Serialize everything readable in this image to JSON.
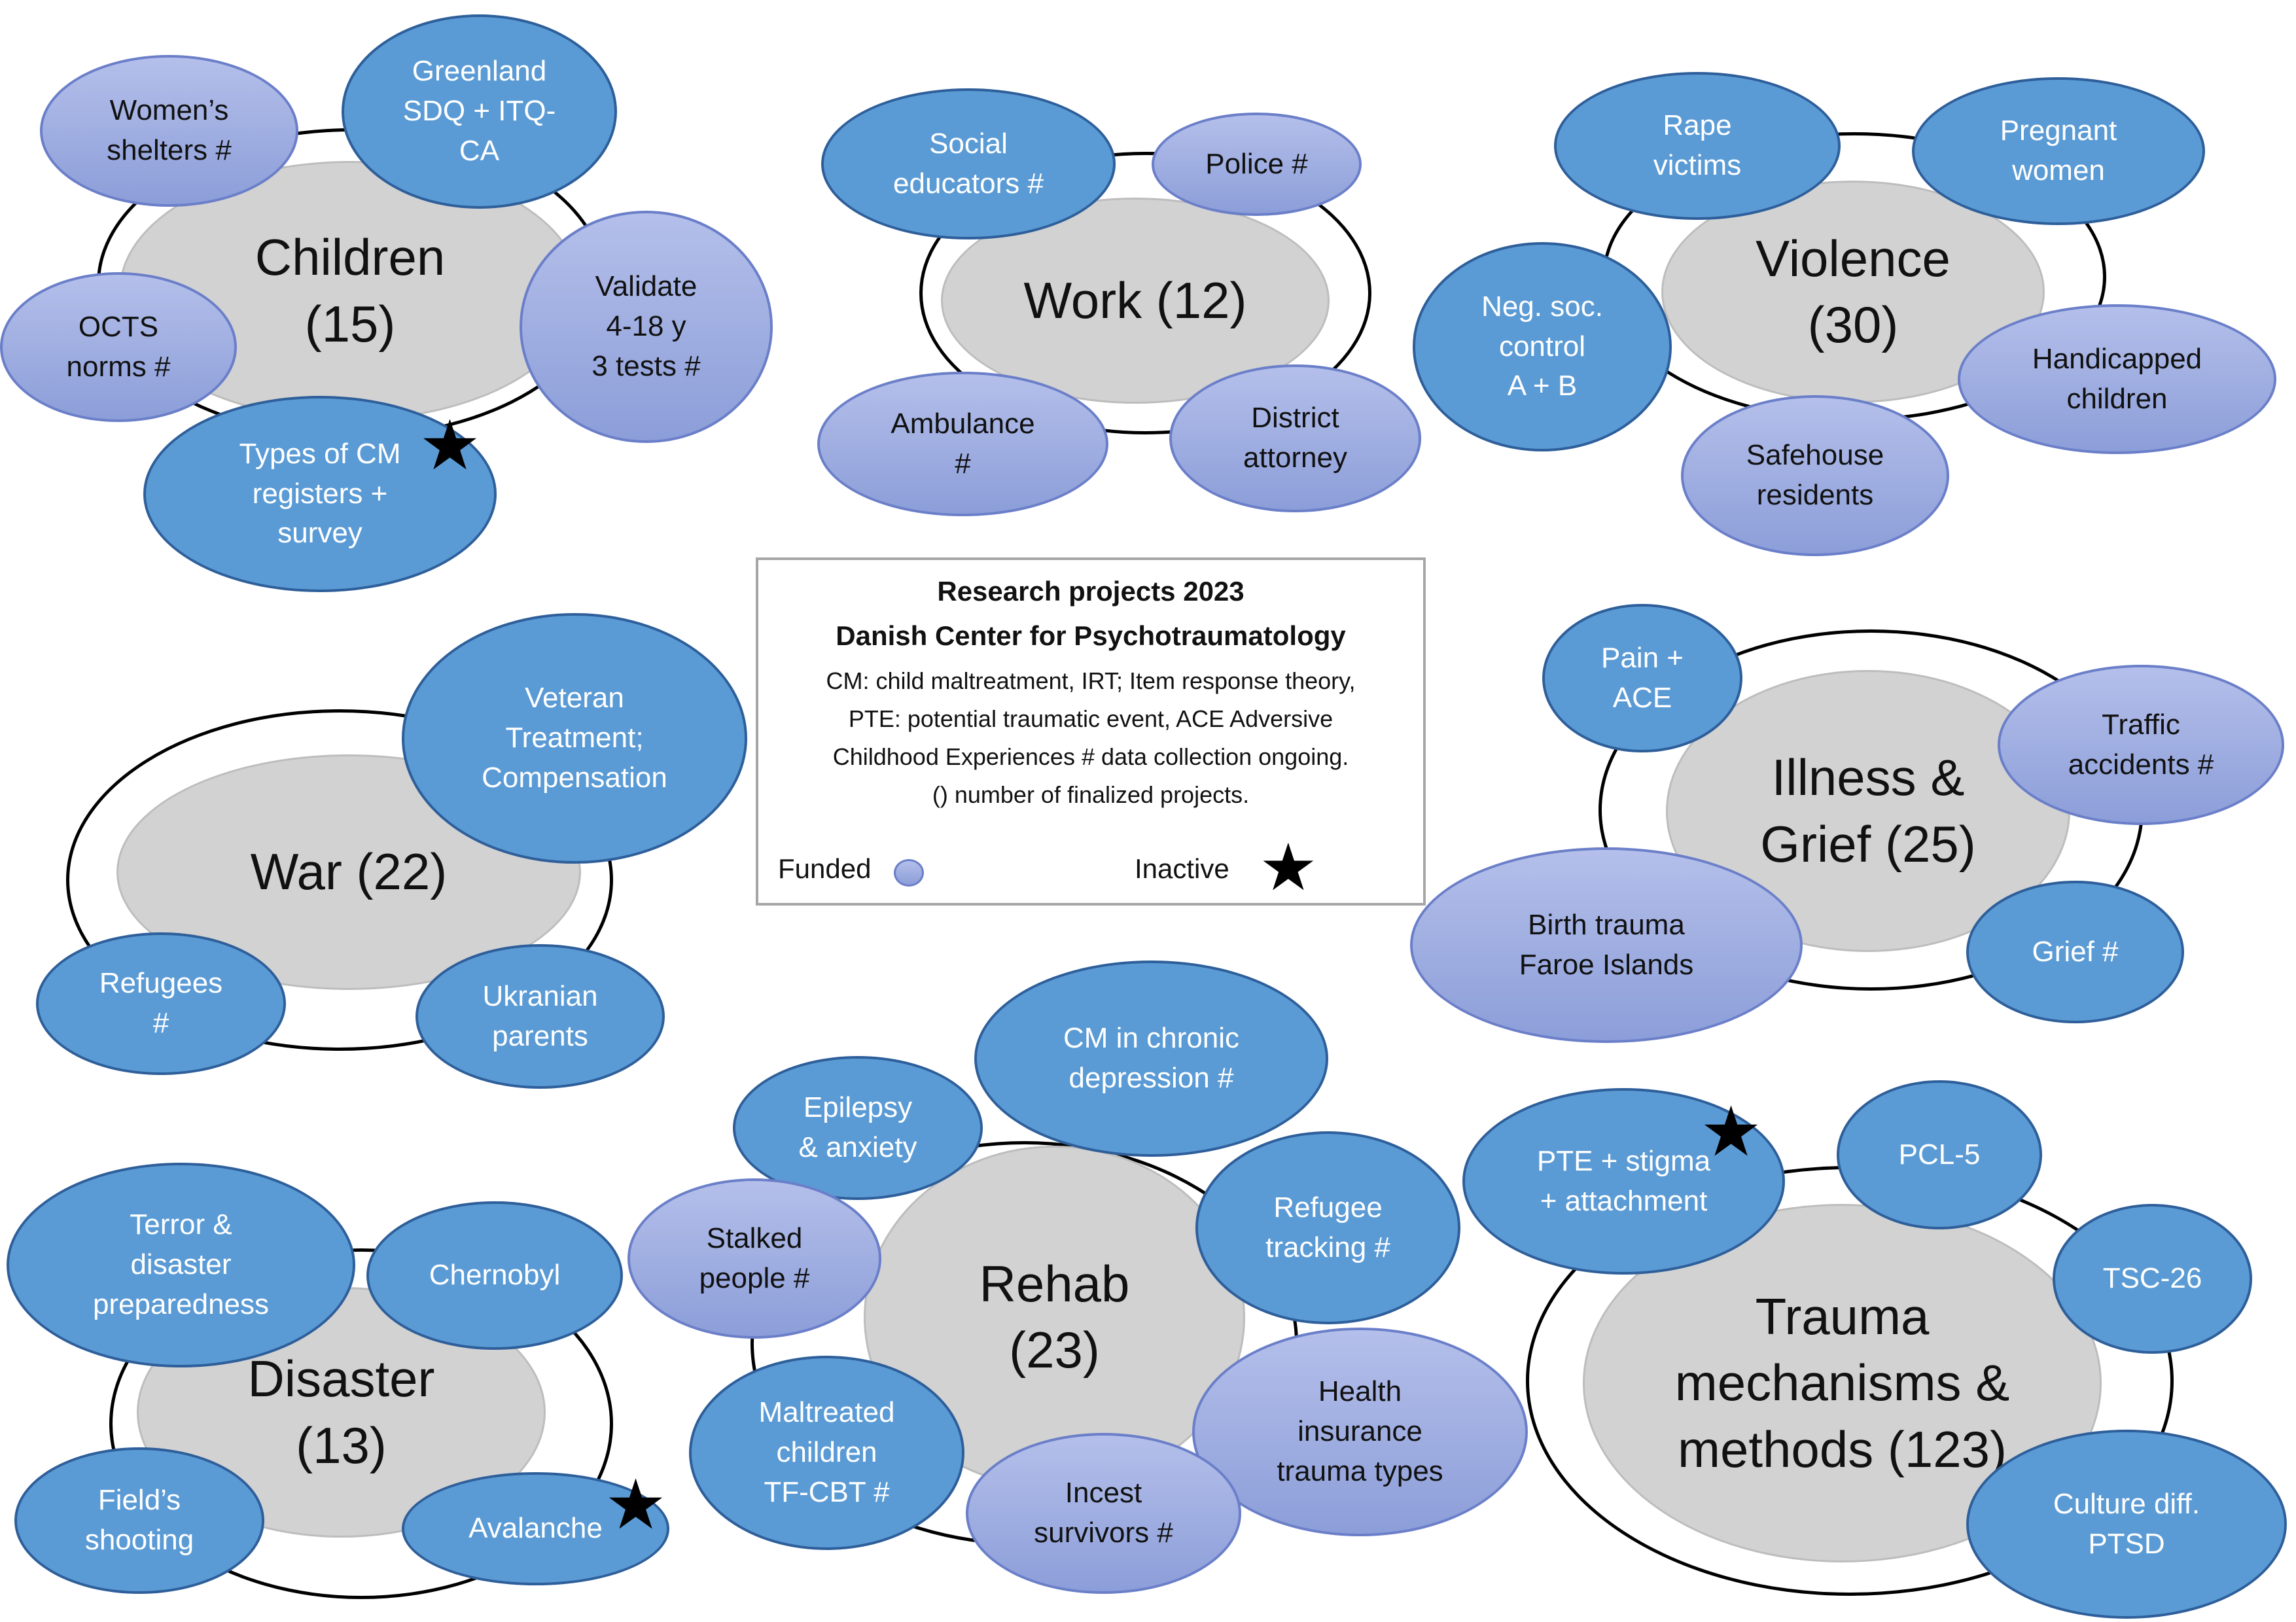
{
  "legend": {
    "title_line1": "Research projects 2023",
    "title_line2": "Danish Center for Psychotraumatology",
    "description": "CM: child maltreatment, IRT; Item response theory,\nPTE: potential traumatic event, ACE Adversive\nChildhood Experiences # data collection ongoing.\n() number of finalized projects.",
    "funded_label": "Funded",
    "inactive_label": "Inactive",
    "inactive_symbol": "★"
  },
  "colors": {
    "funded_fill": "#9aaae0",
    "unfunded_fill": "#5b9bd5",
    "core_fill": "#d2d2d2"
  },
  "clusters": {
    "children": {
      "title": "Children\n(15)",
      "projects": {
        "womens_shelters": "Women’s\nshelters #",
        "greenland": "Greenland\nSDQ + ITQ-\nCA",
        "validate": "Validate\n4-18 y\n3 tests #",
        "octs": "OCTS\nnorms #",
        "types_cm": "Types of CM\nregisters +\nsurvey"
      }
    },
    "work": {
      "title": "Work (12)",
      "projects": {
        "social_educators": "Social\neducators #",
        "police": "Police #",
        "ambulance": "Ambulance\n#",
        "district_attorney": "District\nattorney"
      }
    },
    "violence": {
      "title": "Violence\n(30)",
      "projects": {
        "rape_victims": "Rape\nvictims",
        "pregnant_women": "Pregnant\nwomen",
        "neg_soc_control": "Neg. soc.\ncontrol\nA + B",
        "handicapped_children": "Handicapped\nchildren",
        "safehouse_residents": "Safehouse\nresidents"
      }
    },
    "war": {
      "title": "War (22)",
      "projects": {
        "veteran": "Veteran\nTreatment;\nCompensation",
        "refugees": "Refugees\n#",
        "ukranian_parents": "Ukranian\nparents"
      }
    },
    "illness": {
      "title": "Illness &\nGrief (25)",
      "projects": {
        "pain_ace": "Pain +\nACE",
        "traffic_accidents": "Traffic\naccidents #",
        "birth_trauma": "Birth trauma\nFaroe Islands",
        "grief": "Grief #"
      }
    },
    "disaster": {
      "title": "Disaster\n(13)",
      "projects": {
        "terror": "Terror &\ndisaster\npreparedness",
        "chernobyl": "Chernobyl",
        "fields_shooting": "Field’s\nshooting",
        "avalanche": "Avalanche"
      }
    },
    "rehab": {
      "title": "Rehab\n(23)",
      "projects": {
        "epilepsy": "Epilepsy\n& anxiety",
        "cm_depression": "CM in chronic\ndepression #",
        "stalked": "Stalked\npeople #",
        "refugee_tracking": "Refugee\ntracking #",
        "maltreated_children": "Maltreated\nchildren\nTF-CBT #",
        "health_insurance": "Health\ninsurance\ntrauma types",
        "incest": "Incest\nsurvivors #"
      }
    },
    "trauma": {
      "title": "Trauma\nmechanisms &\nmethods (123)",
      "projects": {
        "pte_stigma": "PTE + stigma\n+ attachment",
        "pcl5": "PCL-5",
        "tsc26": "TSC-26",
        "culture": "Culture diff.\nPTSD"
      }
    }
  }
}
